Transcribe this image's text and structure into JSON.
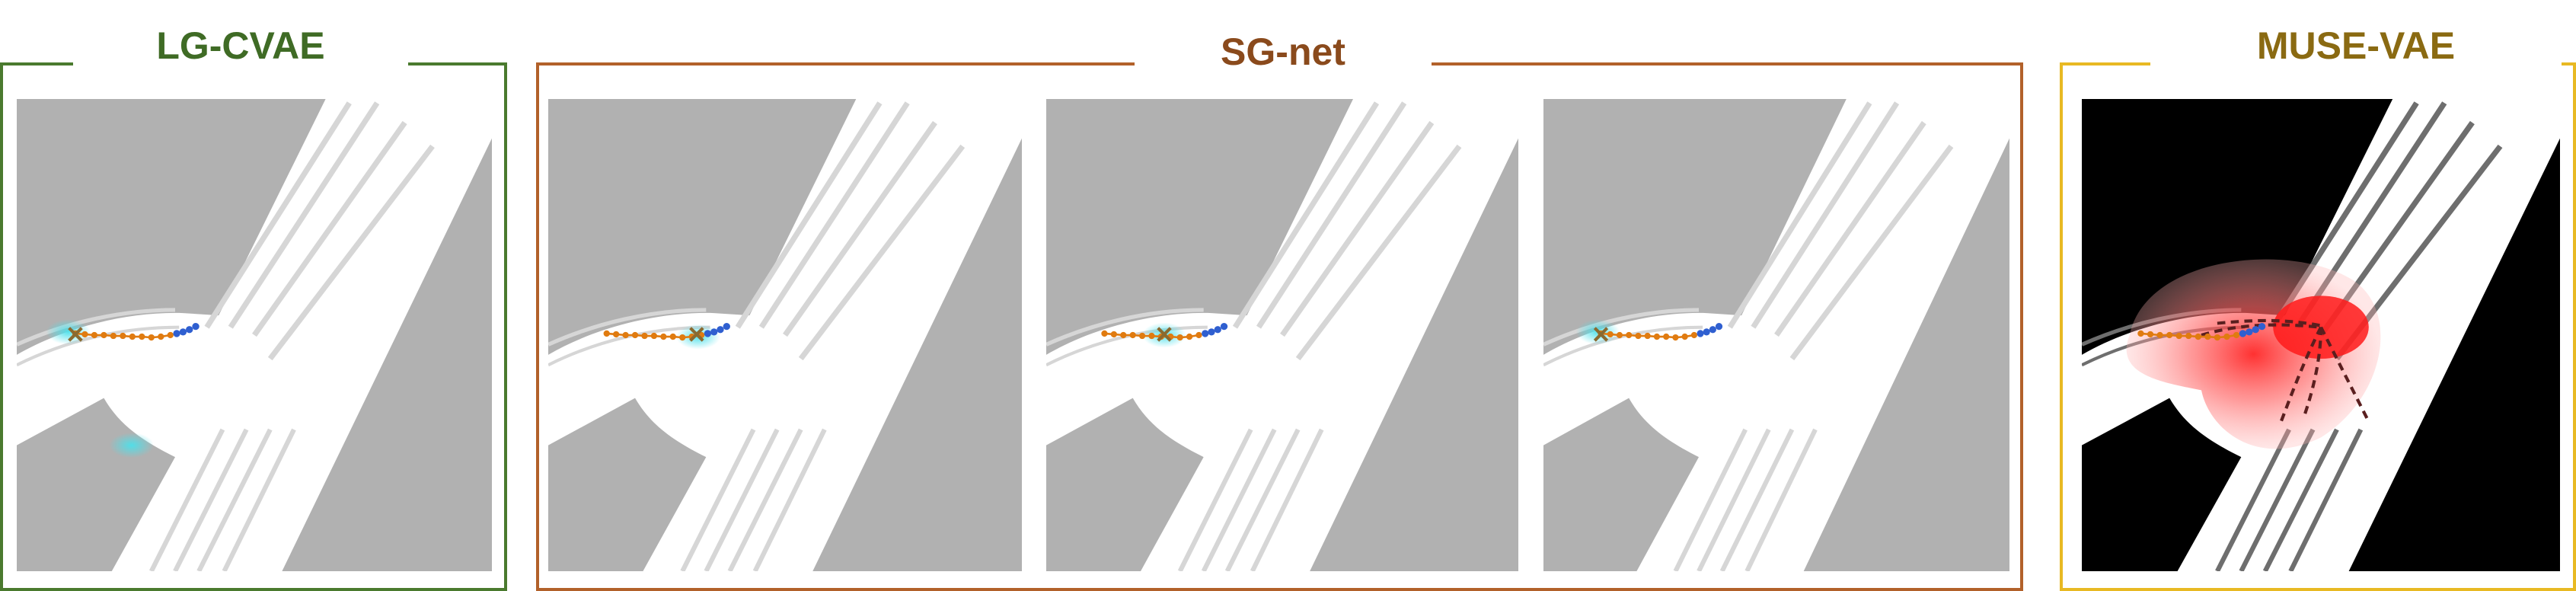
{
  "groups": [
    {
      "title": "LG-CVAE",
      "color": "#4a7a2e"
    },
    {
      "title": "SG-net",
      "color": "#b2612a"
    },
    {
      "title": "MUSE-VAE",
      "color": "#e8b923"
    }
  ],
  "title_colors": [
    "#3f6b25",
    "#8a4a1c",
    "#8a6a12"
  ],
  "panels": [
    {
      "style": "map",
      "endpoint": "cross-left",
      "cyan": "left-and-lower"
    },
    {
      "style": "map",
      "endpoint": "cross-right",
      "cyan": "right"
    },
    {
      "style": "map",
      "endpoint": "cross-mid",
      "cyan": "mid"
    },
    {
      "style": "map",
      "endpoint": "cross-left",
      "cyan": "left"
    },
    {
      "style": "heatmap",
      "endpoint": "none",
      "cyan": "none"
    }
  ],
  "colors": {
    "road": "#ffffff",
    "offroad": "#b1b1b1",
    "heat_bg": "#000000",
    "history": "#2f5fd0",
    "future": "#e07b10",
    "cross": "#8a6a30",
    "goal": "#4de0ea",
    "heat": "#ff1a1a",
    "pred": "#5a1f1f"
  }
}
